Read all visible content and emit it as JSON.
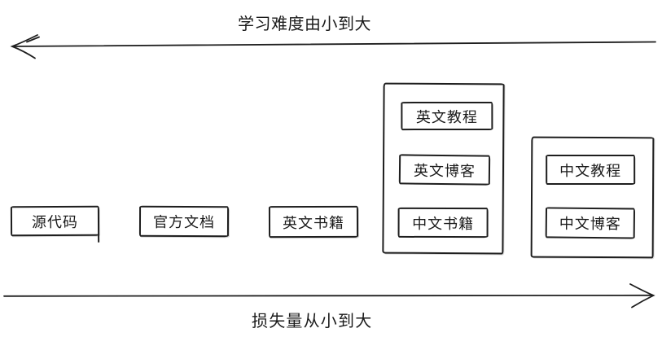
{
  "diagram": {
    "background_color": "#ffffff",
    "stroke_color": "#1e1e1e",
    "top_axis": {
      "label": "学习难度由小到大",
      "arrow_direction": "left"
    },
    "bottom_axis": {
      "label": "损失量从小到大",
      "arrow_direction": "right"
    },
    "standalone_boxes": [
      {
        "label": "源代码"
      },
      {
        "label": "官方文档"
      },
      {
        "label": "英文书籍"
      }
    ],
    "groups": [
      {
        "items": [
          {
            "label": "英文教程"
          },
          {
            "label": "英文博客"
          },
          {
            "label": "中文书籍"
          }
        ]
      },
      {
        "items": [
          {
            "label": "中文教程"
          },
          {
            "label": "中文博客"
          }
        ]
      }
    ]
  }
}
